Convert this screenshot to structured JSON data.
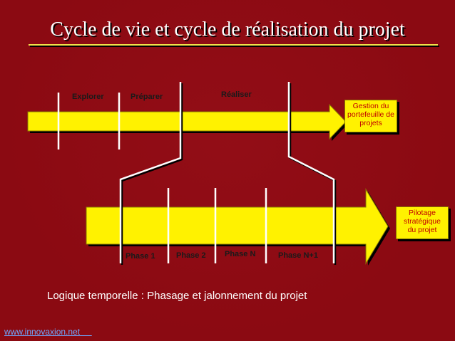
{
  "slide": {
    "title": "Cycle de vie et cycle de réalisation du projet",
    "footer_text": "Logique temporelle : Phasage et jalonnement du projet",
    "url": "www.innovaxion.net     "
  },
  "lifecycle": {
    "stages": [
      "Explorer",
      "Préparer",
      "Réaliser"
    ],
    "callout": "Gestion du portefeuille de projets"
  },
  "realisation": {
    "phases": [
      "Phase 1",
      "Phase 2",
      "Phase N",
      "Phase N+1"
    ],
    "callout": "Pilotage stratégique du projet"
  },
  "colors": {
    "background": "#8B0A12",
    "arrow_fill": "#FFF200",
    "accent_text": "#C00000",
    "title_rule": "#F2E14A"
  }
}
